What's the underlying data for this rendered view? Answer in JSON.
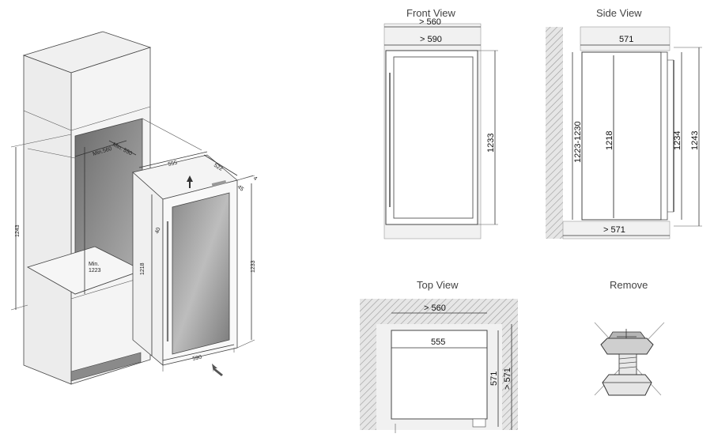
{
  "views": {
    "front": {
      "title": "Front View",
      "gt560": "> 560",
      "gt590": "> 590",
      "h1233": "1233"
    },
    "side": {
      "title": "Side View",
      "w571": "571",
      "gt571": "> 571",
      "h1223_1230": "1223-1230",
      "h1218": "1218",
      "h1234": "1234",
      "h1243": "1243"
    },
    "top": {
      "title": "Top View",
      "gt560": "> 560",
      "w555": "555",
      "d571": "571",
      "dgt571": "> 571"
    },
    "remove": {
      "title": "Remove"
    }
  },
  "iso": {
    "h1243": "1243",
    "min_label": "Min.",
    "min1223": "1223",
    "min560": "Min.560",
    "min550": "Min. 550",
    "w555": "555",
    "d522": "522",
    "h1218": "1218",
    "h1233": "1233",
    "w590": "590",
    "d45": "45",
    "d4": "4",
    "a40": "40"
  },
  "colors": {
    "hatch": "#bdbdbd",
    "fill": "#f2f2f2",
    "panel": "#7a7a7a"
  }
}
